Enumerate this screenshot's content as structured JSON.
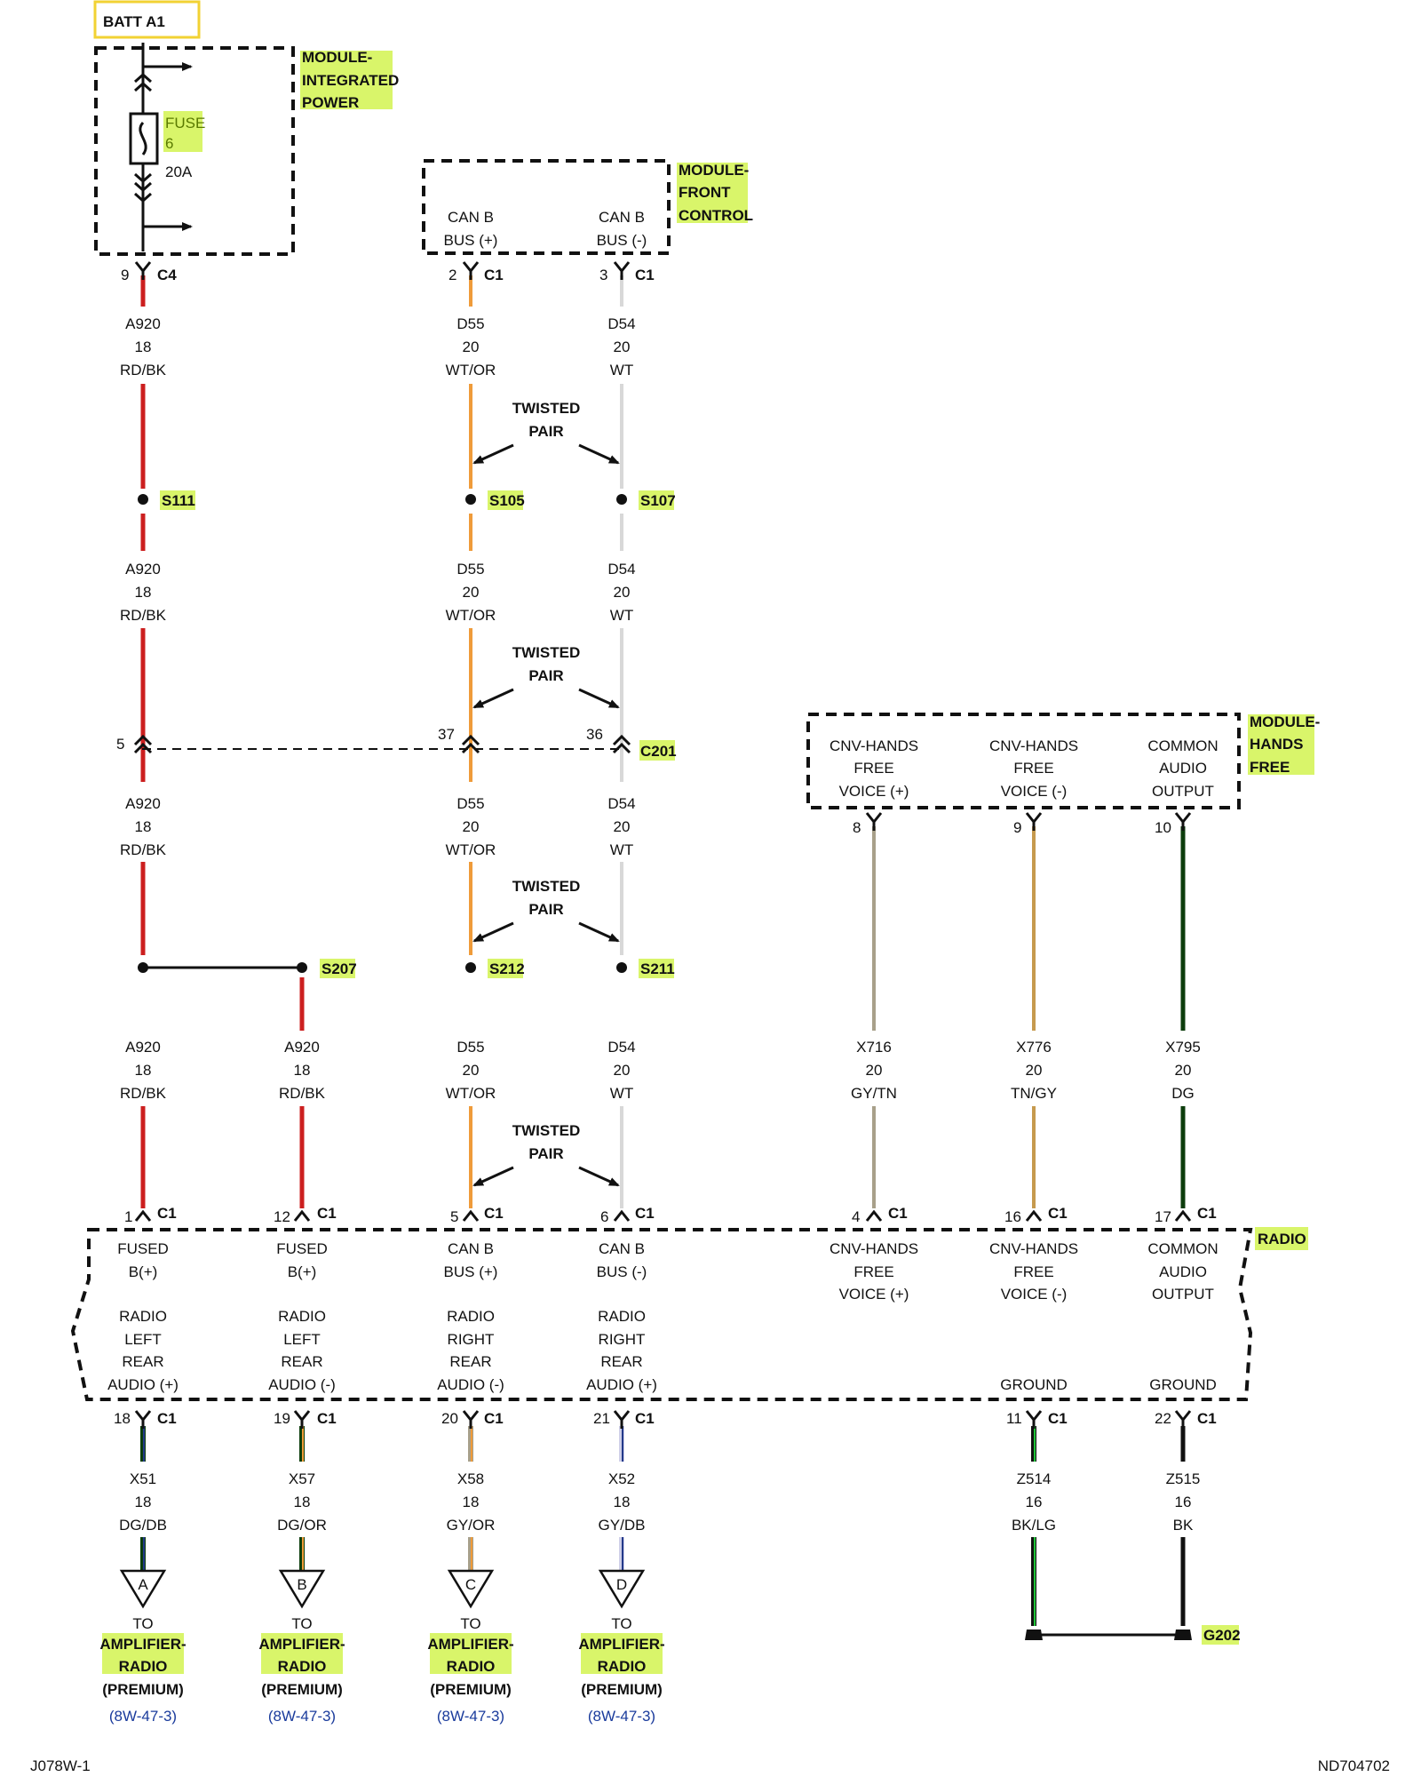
{
  "batt": "BATT A1",
  "modules": {
    "ipm": [
      "MODULE-",
      "INTEGRATED",
      "POWER"
    ],
    "fcm": [
      "MODULE-",
      "FRONT",
      "CONTROL"
    ],
    "hfm": [
      "MODULE-",
      "HANDS",
      "FREE"
    ],
    "radio": "RADIO"
  },
  "fuse": {
    "name": [
      "FUSE",
      "6"
    ],
    "rating": "20A"
  },
  "fcm_pins": {
    "can_plus": [
      "CAN B",
      "BUS (+)"
    ],
    "can_minus": [
      "CAN B",
      "BUS (-)"
    ]
  },
  "hfm_pins": {
    "voice_plus": [
      "CNV-HANDS",
      "FREE",
      "VOICE (+)"
    ],
    "voice_minus": [
      "CNV-HANDS",
      "FREE",
      "VOICE (-)"
    ],
    "common": [
      "COMMON",
      "AUDIO",
      "OUTPUT"
    ]
  },
  "connectors": {
    "c4_pin": "9",
    "c4": "C4",
    "fcm_p1": "2",
    "fcm_p2": "3",
    "c1": "C1",
    "c201": "C201",
    "c201_p1": "5",
    "c201_p2": "37",
    "c201_p3": "36",
    "hfm_p1": "8",
    "hfm_p2": "9",
    "hfm_p3": "10",
    "radio_top": [
      "1",
      "12",
      "5",
      "6",
      "4",
      "16",
      "17"
    ],
    "radio_bot": [
      "18",
      "19",
      "20",
      "21",
      "11",
      "22"
    ]
  },
  "wires": {
    "a920": [
      "A920",
      "18",
      "RD/BK"
    ],
    "d55": [
      "D55",
      "20",
      "WT/OR"
    ],
    "d54": [
      "D54",
      "20",
      "WT"
    ],
    "x716": [
      "X716",
      "20",
      "GY/TN"
    ],
    "x776": [
      "X776",
      "20",
      "TN/GY"
    ],
    "x795": [
      "X795",
      "20",
      "DG"
    ],
    "x51": [
      "X51",
      "18",
      "DG/DB"
    ],
    "x57": [
      "X57",
      "18",
      "DG/OR"
    ],
    "x58": [
      "X58",
      "18",
      "GY/OR"
    ],
    "x52": [
      "X52",
      "18",
      "GY/DB"
    ],
    "z514": [
      "Z514",
      "16",
      "BK/LG"
    ],
    "z515": [
      "Z515",
      "16",
      "BK"
    ]
  },
  "twisted": [
    "TWISTED",
    "PAIR"
  ],
  "splices": [
    "S111",
    "S105",
    "S107",
    "S207",
    "S212",
    "S211"
  ],
  "radio_pins_top": {
    "p1": [
      "FUSED",
      "B(+)"
    ],
    "p2": [
      "FUSED",
      "B(+)"
    ],
    "p3": [
      "CAN B",
      "BUS (+)"
    ],
    "p4": [
      "CAN B",
      "BUS (-)"
    ],
    "p5": [
      "CNV-HANDS",
      "FREE",
      "VOICE (+)"
    ],
    "p6": [
      "CNV-HANDS",
      "FREE",
      "VOICE (-)"
    ],
    "p7": [
      "COMMON",
      "AUDIO",
      "OUTPUT"
    ]
  },
  "radio_pins_bottom": {
    "p1": [
      "RADIO",
      "LEFT",
      "REAR",
      "AUDIO (+)"
    ],
    "p2": [
      "RADIO",
      "LEFT",
      "REAR",
      "AUDIO (-)"
    ],
    "p3": [
      "RADIO",
      "RIGHT",
      "REAR",
      "AUDIO (-)"
    ],
    "p4": [
      "RADIO",
      "RIGHT",
      "REAR",
      "AUDIO (+)"
    ],
    "g1": "GROUND",
    "g2": "GROUND"
  },
  "amp_refs": [
    "A",
    "B",
    "C",
    "D"
  ],
  "amp_target": {
    "to": "TO",
    "name": [
      "AMPLIFIER-",
      "RADIO"
    ],
    "premium": "(PREMIUM)",
    "ref": "(8W-47-3)"
  },
  "ground": "G202",
  "footer": {
    "left": "J078W-1",
    "right": "ND704702"
  },
  "colors": {
    "rdbk": "#cc1f1f",
    "wtor": "#ef9b3a",
    "wt": "#d8d8d8",
    "gytn": "#a8a08a",
    "tngy": "#c69a4e",
    "dg": "#0c3d0c",
    "lg": "#22c63a",
    "db": "#243a8a",
    "highlight": "#d9f56a",
    "batt_box": "#f2d233"
  }
}
